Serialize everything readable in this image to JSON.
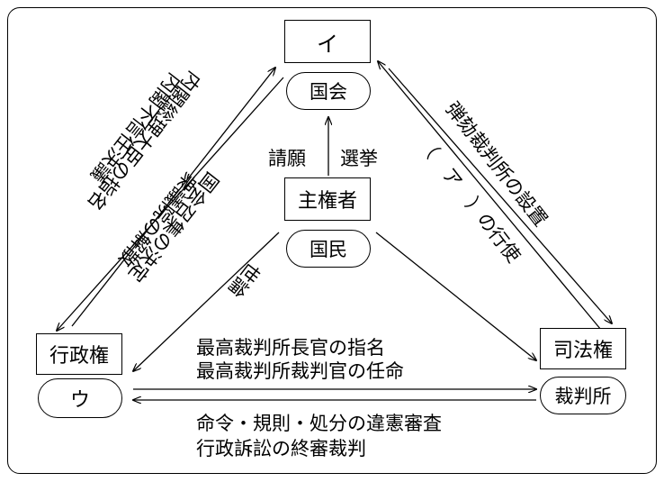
{
  "nodes": {
    "top_box": "イ",
    "top_pill": "国会",
    "center_box": "主権者",
    "center_pill": "国民",
    "left_box": "行政権",
    "left_pill": "ウ",
    "right_box": "司法権",
    "right_pill": "裁判所"
  },
  "labels": {
    "petition": "請願",
    "election": "選挙",
    "public_opinion": "世論",
    "cabinet_to_diet_1": "内閣総理大臣の指名",
    "cabinet_to_diet_2": "内閣不信任決議",
    "diet_to_cabinet_1": "国会召集の決定",
    "diet_to_cabinet_2": "衆議院の解散",
    "diet_to_court_1": "弾劾裁判所の設置",
    "court_to_diet": "（　ア　）の行使",
    "cabinet_to_court_1": "最高裁判所長官の指名",
    "cabinet_to_court_2": "最高裁判所裁判官の任命",
    "court_to_cabinet_1": "命令・規則・処分の違憲審査",
    "court_to_cabinet_2": "行政訴訟の終審裁判"
  }
}
